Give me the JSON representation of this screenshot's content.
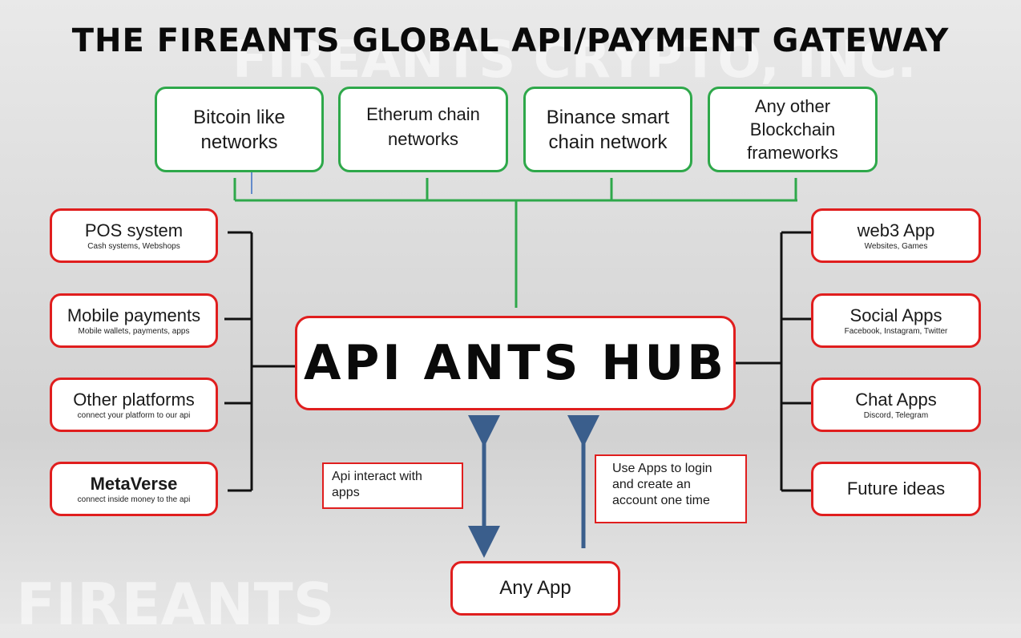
{
  "title": "THE FIREANTS GLOBAL API/PAYMENT GATEWAY",
  "watermarks": {
    "company": "FIREANTS CRYPTO, INC.",
    "brand": "FIREANTS"
  },
  "colors": {
    "networkBorder": "#2ea84a",
    "appBorder": "#e01e1e",
    "connector": "#111111",
    "arrow": "#3a5e8c"
  },
  "networks": [
    {
      "lines": [
        "Bitcoin like",
        "networks"
      ]
    },
    {
      "lines": [
        "Etherum chain",
        "networks"
      ]
    },
    {
      "lines": [
        "Binance smart",
        "chain network"
      ]
    },
    {
      "lines": [
        "Any other",
        "Blockchain",
        "frameworks"
      ]
    }
  ],
  "left_systems": [
    {
      "title": "POS system",
      "subtitle": "Cash systems, Webshops"
    },
    {
      "title": "Mobile payments",
      "subtitle": "Mobile wallets, payments, apps"
    },
    {
      "title": "Other platforms",
      "subtitle": "connect your platform to our api"
    },
    {
      "title": "MetaVerse",
      "subtitle": "connect inside money to the api"
    }
  ],
  "right_systems": [
    {
      "title": "web3 App",
      "subtitle": "Websites, Games"
    },
    {
      "title": "Social Apps",
      "subtitle": "Facebook, Instagram, Twitter"
    },
    {
      "title": "Chat Apps",
      "subtitle": "Discord, Telegram"
    },
    {
      "title": "Future ideas",
      "subtitle": ""
    }
  ],
  "hub": {
    "title": "API ANTS HUB"
  },
  "notes": {
    "api_interact": [
      "Api interact with",
      "apps"
    ],
    "login": [
      "Use Apps to login",
      "and create an",
      "account one time"
    ]
  },
  "any_app": "Any App"
}
